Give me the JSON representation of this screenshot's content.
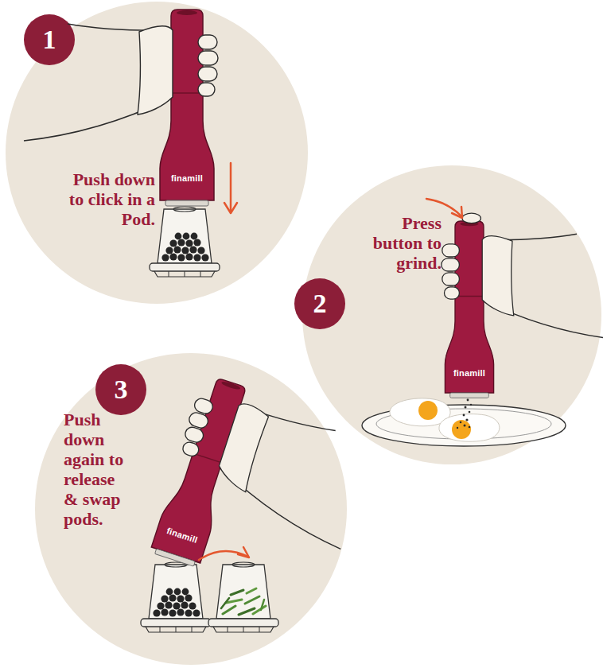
{
  "diagram": {
    "nodes": [
      {
        "text": [
          "Push down to click in a Pod."
        ]
      },
      {
        "text": [
          "1"
        ],
        "in": 0
      },
      {
        "text": [
          "Press button to grind."
        ]
      },
      {
        "text": [
          "2"
        ],
        "in": 2
      },
      {
        "text": [
          "Push down again to release & swap pods."
        ]
      },
      {
        "text": [
          "3"
        ],
        "in": 4
      }
    ],
    "labels": [
      "finamill",
      "finamill",
      "finamill"
    ]
  }
}
